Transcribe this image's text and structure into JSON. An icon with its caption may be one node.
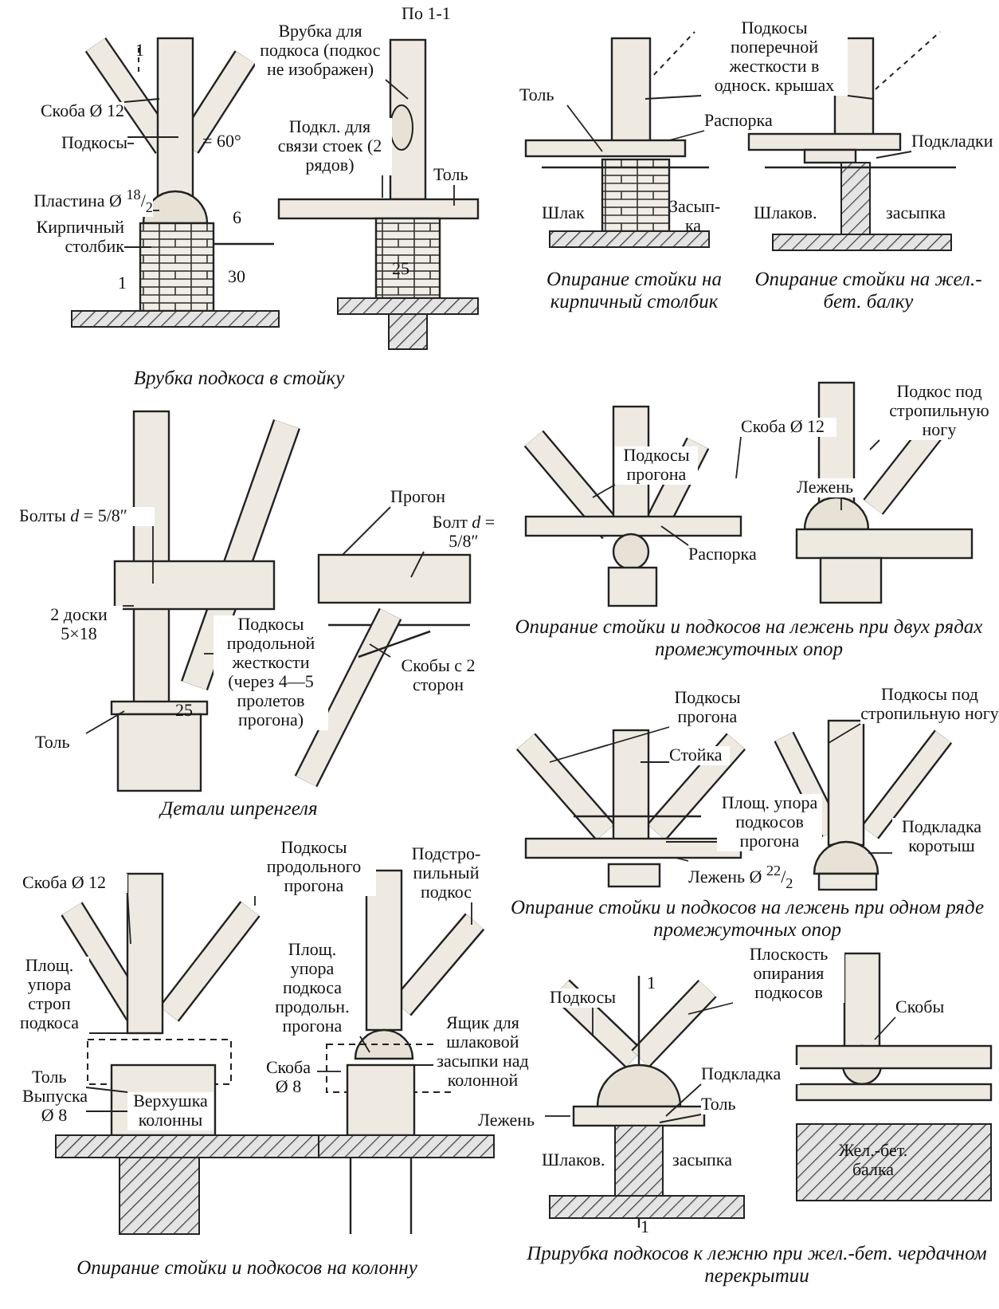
{
  "diagram": {
    "nodes": [
      {
        "text": [
          "Скоба Ø 12"
        ]
      },
      {
        "text": [
          "Подкосы"
        ]
      },
      {
        "text": [
          "Пластина Ø $^{18}$/$_{2}$"
        ]
      },
      {
        "text": [
          "Кирпичный столбик"
        ]
      },
      {
        "text": [
          "Врубка для подкоса (подкос не изображен)"
        ]
      },
      {
        "text": [
          "Подкл. для связи стоек (2 рядов)"
        ]
      },
      {
        "text": [
          "Толь"
        ]
      },
      {
        "text": [
          "Толь"
        ]
      },
      {
        "text": [
          "Подкосы поперечной жесткости в односк. крышах"
        ]
      },
      {
        "text": [
          "Распорка"
        ]
      },
      {
        "text": [
          "Подкладки"
        ]
      },
      {
        "text": [
          "Болты *d* = 5/8″"
        ]
      },
      {
        "text": [
          "2 доски 5×18"
        ]
      },
      {
        "text": [
          "Подкосы продольной жесткости (через 4—5 пролетов прогона)"
        ]
      },
      {
        "text": [
          "Толь"
        ]
      },
      {
        "text": [
          "Прогон"
        ]
      },
      {
        "text": [
          "Болт *d* = 5/8″"
        ]
      },
      {
        "text": [
          "Скобы с 2 сторон"
        ]
      },
      {
        "text": [
          "Подкосы прогона"
        ]
      },
      {
        "text": [
          "Скоба Ø 12"
        ]
      },
      {
        "text": [
          "Распорка"
        ]
      },
      {
        "text": [
          "Лежень"
        ]
      },
      {
        "text": [
          "Подкос под стропильную ногу"
        ]
      },
      {
        "text": [
          "Подкосы прогона"
        ]
      },
      {
        "text": [
          "Стойка"
        ]
      },
      {
        "text": [
          "Площ. упора подкосов прогона"
        ]
      },
      {
        "text": [
          "Лежень Ø $^{22}$/$_{2}$"
        ]
      },
      {
        "text": [
          "Подкосы под стропильную ногу"
        ]
      },
      {
        "text": [
          "Подкладка коротыш"
        ]
      },
      {
        "text": [
          "Скоба Ø 12"
        ]
      },
      {
        "text": [
          "Подкосы продольного прогона"
        ]
      },
      {
        "text": [
          "Подстро- пильный подкос"
        ]
      },
      {
        "text": [
          "Площ. упора строп подкоса"
        ]
      },
      {
        "text": [
          "Толь"
        ]
      },
      {
        "text": [
          "Выпуска Ø 8"
        ]
      },
      {
        "text": [
          "Площ. упора подкоса продольн. прогона"
        ]
      },
      {
        "text": [
          "Скоба Ø 8"
        ]
      },
      {
        "text": [
          "Ящик для шлаковой засыпки над колонной"
        ]
      },
      {
        "text": [
          "Подкосы"
        ]
      },
      {
        "text": [
          "Плоскость опирания подкосов"
        ]
      },
      {
        "text": [
          "Скобы"
        ]
      },
      {
        "text": [
          "Подкладка"
        ]
      },
      {
        "text": [
          "Толь"
        ]
      },
      {
        "text": [
          "Лежень"
        ]
      },
      {
        "text": [
          "Верхушка колонны"
        ]
      }
    ],
    "edges": [
      {
        "from": 0,
        "to": null,
        "arrow": "none"
      },
      {
        "from": 1,
        "to": null,
        "arrow": "none"
      },
      {
        "from": 1,
        "to": null,
        "arrow": "none"
      },
      {
        "from": 2,
        "to": null,
        "arrow": "none"
      },
      {
        "from": 3,
        "to": null,
        "arrow": "none"
      },
      {
        "from": 4,
        "to": null,
        "arrow": "none"
      },
      {
        "from": 5,
        "to": null,
        "arrow": "none"
      },
      {
        "from": 6,
        "to": null,
        "arrow": "none"
      },
      {
        "from": 7,
        "to": null,
        "arrow": "none"
      },
      {
        "from": 8,
        "to": null,
        "arrow": "none"
      },
      {
        "from": 8,
        "to": null,
        "arrow": "none"
      },
      {
        "from": 9,
        "to": null,
        "arrow": "none"
      },
      {
        "from": 10,
        "to": null,
        "arrow": "none"
      },
      {
        "from": 11,
        "to": null,
        "arrow": "none"
      },
      {
        "from": 12,
        "to": null,
        "arrow": "none"
      },
      {
        "from": 13,
        "to": null,
        "arrow": "none"
      },
      {
        "from": 14,
        "to": null,
        "arrow": "none"
      },
      {
        "from": 15,
        "to": null,
        "arrow": "none"
      },
      {
        "from": 16,
        "to": null,
        "arrow": "none"
      },
      {
        "from": 17,
        "to": null,
        "arrow": "none"
      },
      {
        "from": 18,
        "to": null,
        "arrow": "none"
      },
      {
        "from": 19,
        "to": null,
        "arrow": "none"
      },
      {
        "from": 20,
        "to": null,
        "arrow": "none"
      },
      {
        "from": 21,
        "to": null,
        "arrow": "none"
      },
      {
        "from": 22,
        "to": null,
        "arrow": "none"
      },
      {
        "from": 23,
        "to": null,
        "arrow": "none"
      },
      {
        "from": 24,
        "to": null,
        "arrow": "none"
      },
      {
        "from": 25,
        "to": null,
        "arrow": "none"
      },
      {
        "from": 26,
        "to": null,
        "arrow": "none"
      },
      {
        "from": 27,
        "to": null,
        "arrow": "none"
      },
      {
        "from": 28,
        "to": null,
        "arrow": "none"
      },
      {
        "from": 29,
        "to": null,
        "arrow": "none"
      },
      {
        "from": 30,
        "to": null,
        "arrow": "none"
      },
      {
        "from": 31,
        "to": null,
        "arrow": "none"
      },
      {
        "from": 32,
        "to": null,
        "arrow": "none"
      },
      {
        "from": 33,
        "to": 44,
        "arrow": "none"
      },
      {
        "from": 34,
        "to": 44,
        "arrow": "none"
      },
      {
        "from": 35,
        "to": null,
        "arrow": "none"
      },
      {
        "from": 36,
        "to": null,
        "arrow": "none"
      },
      {
        "from": 37,
        "to": null,
        "arrow": "none"
      },
      {
        "from": 38,
        "to": null,
        "arrow": "none"
      },
      {
        "from": 39,
        "to": null,
        "arrow": "none"
      },
      {
        "from": 40,
        "to": null,
        "arrow": "none"
      },
      {
        "from": 41,
        "to": null,
        "arrow": "none"
      },
      {
        "from": 42,
        "to": null,
        "arrow": "none"
      },
      {
        "from": 43,
        "to": null,
        "arrow": "none"
      }
    ],
    "labels": [
      "По 1-1",
      "1",
      "= 60°",
      "6",
      "1",
      "30",
      "25",
      "Врубка подкоса в стойку",
      "Шлак",
      "Засып- ка",
      "Шлаков.",
      "засыпка",
      "Опирание стойки на кирпичный столбик",
      "Опирание стойки на жел.-бет. балку",
      "25",
      "Детали шпренгеля",
      "Опирание стойки и подкосов на лежень при двух рядах промежуточных опор",
      "Опирание стойки и подкосов на лежень при одном ряде промежуточных опор",
      "Опирание стойки и подкосов на колонну",
      "1",
      "Шлаков.",
      "засыпка",
      "Жел.-бет. балка",
      "1",
      "Прирубка подкосов к лежню при жел.-бет. чердачном перекрытии"
    ]
  }
}
